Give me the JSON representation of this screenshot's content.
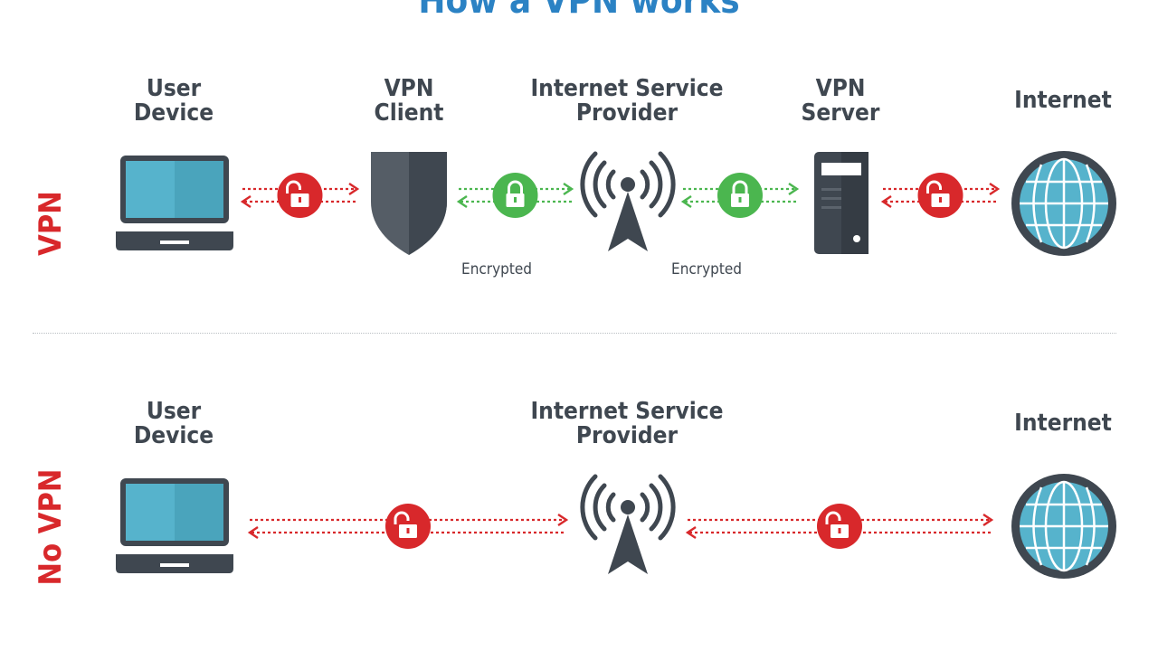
{
  "title": "How a VPN works",
  "colors": {
    "accent_blue": "#2b82c4",
    "dark": "#3f4750",
    "red": "#d8282b",
    "green": "#4bb64f",
    "screen": "#56b3cc"
  },
  "vpn_section": {
    "side_label": "VPN",
    "nodes": [
      {
        "label": [
          "User",
          "Device"
        ],
        "icon": "laptop-icon"
      },
      {
        "label": [
          "VPN",
          "Client"
        ],
        "icon": "shield-icon"
      },
      {
        "label": [
          "Internet Service",
          "Provider"
        ],
        "icon": "antenna-tower-icon"
      },
      {
        "label": [
          "VPN",
          "Server"
        ],
        "icon": "server-icon"
      },
      {
        "label": [
          "Internet"
        ],
        "icon": "globe-icon"
      }
    ],
    "links": [
      {
        "state": "unlocked"
      },
      {
        "state": "locked",
        "caption": "Encrypted"
      },
      {
        "state": "locked",
        "caption": "Encrypted"
      },
      {
        "state": "unlocked"
      }
    ]
  },
  "novpn_section": {
    "side_label": "No VPN",
    "nodes": [
      {
        "label": [
          "User",
          "Device"
        ],
        "icon": "laptop-icon"
      },
      {
        "label": [
          "Internet Service",
          "Provider"
        ],
        "icon": "antenna-tower-icon"
      },
      {
        "label": [
          "Internet"
        ],
        "icon": "globe-icon"
      }
    ],
    "links": [
      {
        "state": "unlocked"
      },
      {
        "state": "unlocked"
      }
    ]
  }
}
